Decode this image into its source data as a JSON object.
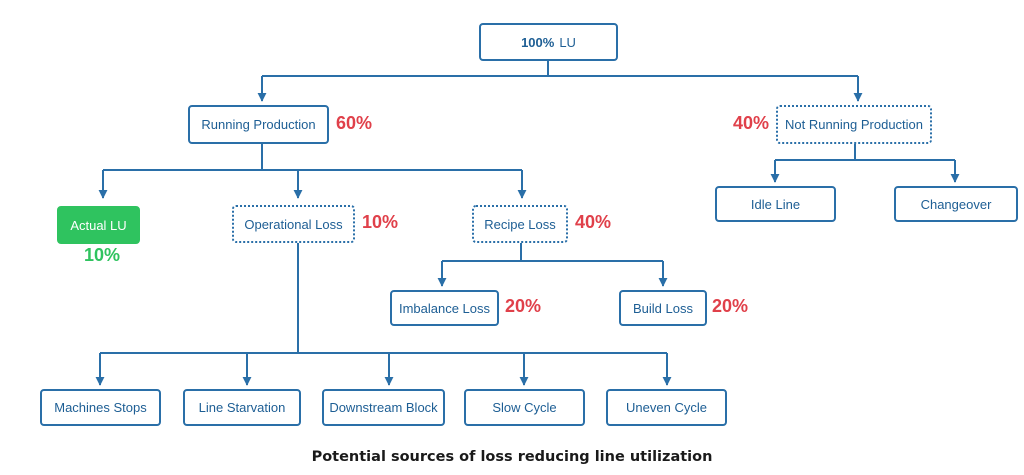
{
  "root": {
    "value": "100%",
    "label": "LU"
  },
  "nodes": {
    "running_production": {
      "label": "Running Production",
      "pct": "60%"
    },
    "not_running_production": {
      "label": "Not Running Production",
      "pct": "40%"
    },
    "actual_lu": {
      "label": "Actual LU",
      "pct": "10%"
    },
    "operational_loss": {
      "label": "Operational Loss",
      "pct": "10%"
    },
    "recipe_loss": {
      "label": "Recipe Loss",
      "pct": "40%"
    },
    "idle_line": {
      "label": "Idle Line"
    },
    "changeover": {
      "label": "Changeover"
    },
    "imbalance_loss": {
      "label": "Imbalance Loss",
      "pct": "20%"
    },
    "build_loss": {
      "label": "Build Loss",
      "pct": "20%"
    },
    "machines_stops": {
      "label": "Machines Stops"
    },
    "line_starvation": {
      "label": "Line Starvation"
    },
    "downstream_block": {
      "label": "Downstream Block"
    },
    "slow_cycle": {
      "label": "Slow Cycle"
    },
    "uneven_cycle": {
      "label": "Uneven Cycle"
    }
  },
  "caption": "Potential sources of loss reducing line utilization",
  "colors": {
    "line": "#2a6fa8",
    "node_text": "#1d5e94",
    "percent_red": "#e0404a",
    "percent_green": "#2fc35f"
  }
}
